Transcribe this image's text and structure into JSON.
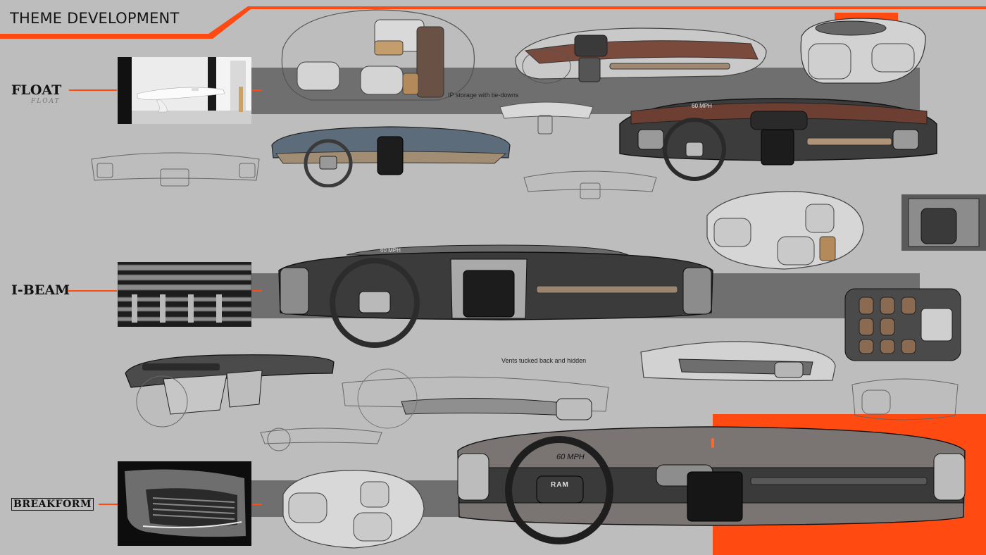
{
  "header": {
    "title": "THEME DEVELOPMENT"
  },
  "themes": [
    {
      "name": "FLOAT",
      "subtitle": "FLOAT"
    },
    {
      "name": "I-BEAM"
    },
    {
      "name": "BREAKFORM"
    }
  ],
  "annotations": {
    "ip_storage": "IP storage with tie-downs",
    "vents": "Vents tucked back and hidden",
    "speed_main": "60 MPH",
    "speed_ibeam": "60 MPH",
    "speed_float": "60 MPH",
    "brand": "RAM"
  },
  "colors": {
    "accent": "#ff4b12",
    "background": "#bdbdbd",
    "band": "#6f6f6f",
    "ink": "#141414"
  }
}
